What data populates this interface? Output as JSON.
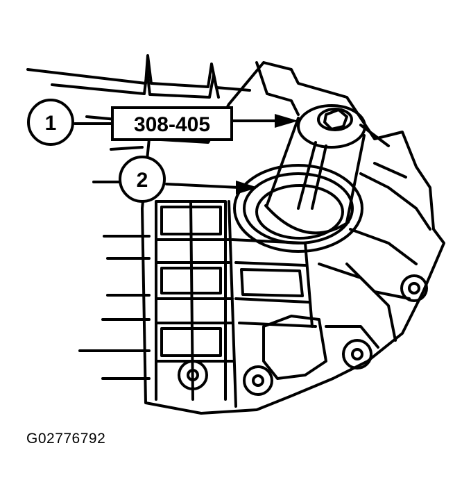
{
  "figure": {
    "id": "G02776792"
  },
  "callouts": [
    {
      "number": "1",
      "label": "308-405"
    },
    {
      "number": "2",
      "label": ""
    }
  ],
  "colors": {
    "ink": "#000000",
    "paper": "#ffffff"
  }
}
